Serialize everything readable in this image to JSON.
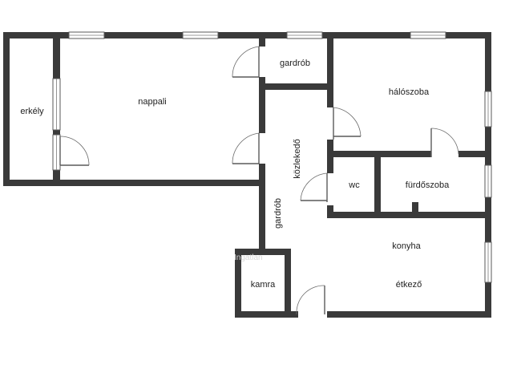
{
  "rooms": {
    "erkely": "erkély",
    "nappali": "nappali",
    "gardrob_top": "gardrób",
    "haloszoba": "hálószoba",
    "kozlekedo": "közlekedő",
    "wc": "wc",
    "furdoszoba": "fürdőszoba",
    "gardrob_side": "gardrób",
    "kamra": "kamra",
    "konyha": "konyha",
    "etkezo": "étkező"
  },
  "watermark": "Ingatlan",
  "colors": {
    "wall": "#3a3a3a",
    "background": "#ffffff",
    "label": "#222222"
  }
}
